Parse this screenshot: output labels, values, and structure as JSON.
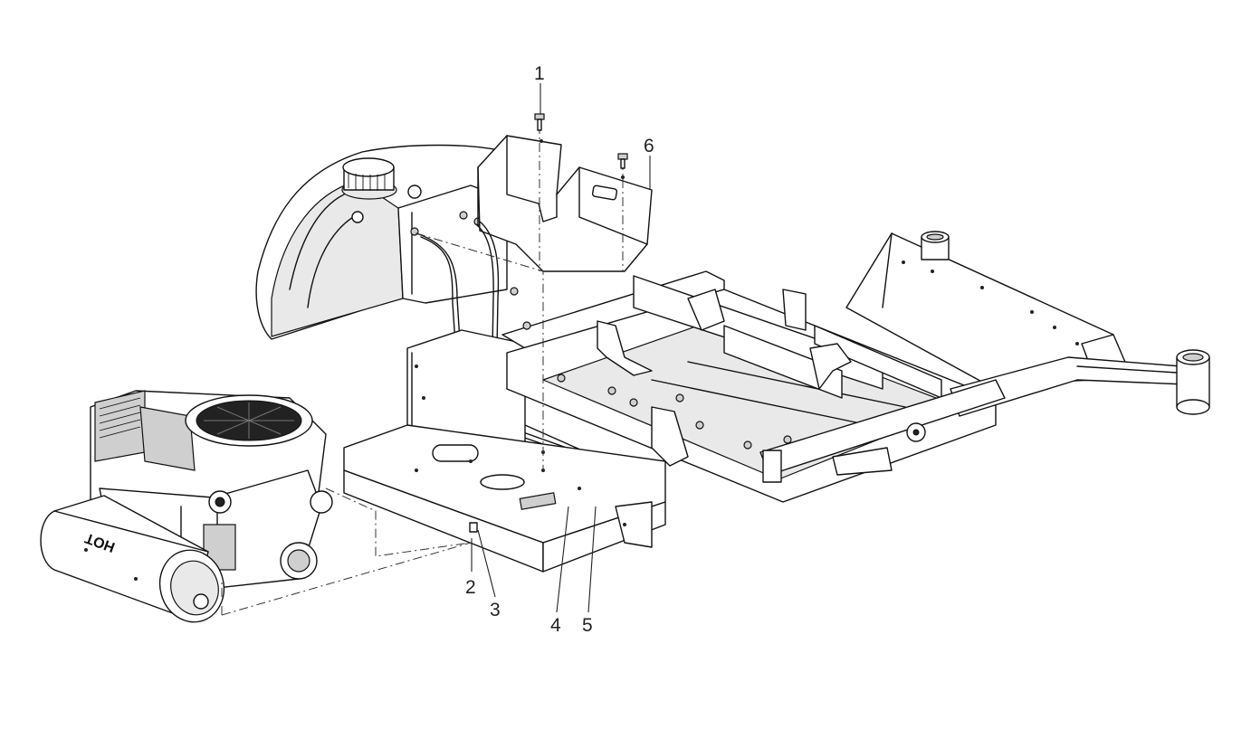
{
  "callouts": [
    {
      "id": "1",
      "label": "1"
    },
    {
      "id": "2",
      "label": "2"
    },
    {
      "id": "3",
      "label": "3"
    },
    {
      "id": "4",
      "label": "4"
    },
    {
      "id": "5",
      "label": "5"
    },
    {
      "id": "6",
      "label": "6"
    }
  ],
  "decals": {
    "muffler_label": "HOT"
  }
}
